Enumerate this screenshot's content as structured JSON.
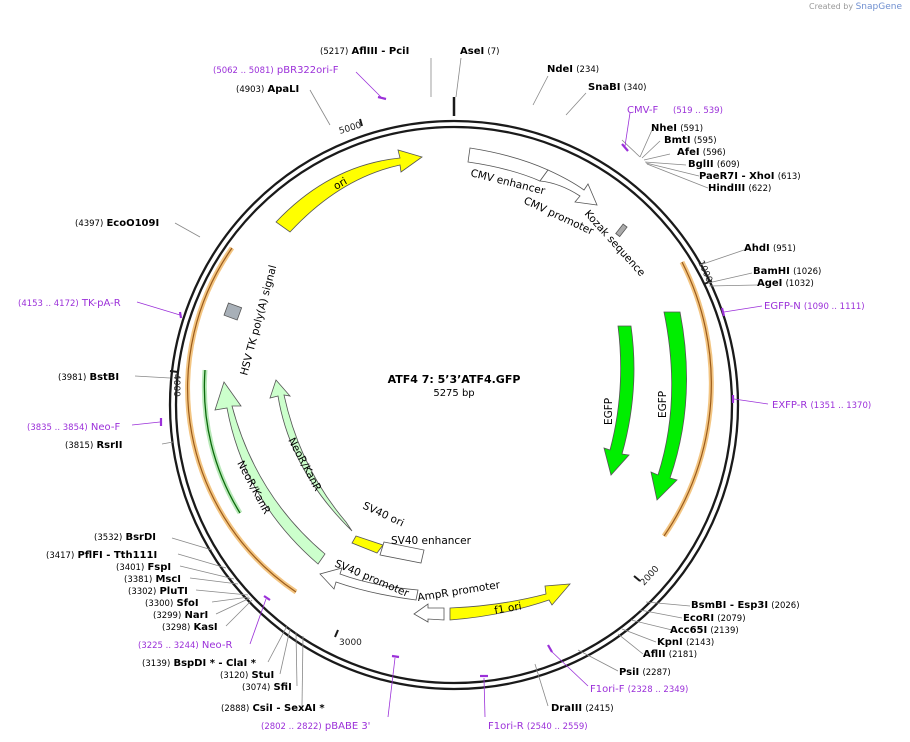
{
  "branding": {
    "created_by": "Created by",
    "app": "SnapGene"
  },
  "plasmid": {
    "name": "ATF4 7: 5’3’ATF4.GFP",
    "length": "5275 bp",
    "total_bp": 5275
  },
  "ticks": [
    {
      "label": "1000",
      "bp": 1000
    },
    {
      "label": "2000",
      "bp": 2000
    },
    {
      "label": "3000",
      "bp": 3000
    },
    {
      "label": "4000",
      "bp": 4000
    },
    {
      "label": "5000",
      "bp": 5000
    }
  ],
  "sites": [
    {
      "name": "AflIII",
      "suffix": " - PciI",
      "pos": "(5217)"
    },
    {
      "name": "AseI",
      "pos": "(7)"
    },
    {
      "name": "NdeI",
      "pos": "(234)"
    },
    {
      "name": "SnaBI",
      "pos": "(340)"
    },
    {
      "name": "NheI",
      "pos": "(591)"
    },
    {
      "name": "BmtI",
      "pos": "(595)"
    },
    {
      "name": "AfeI",
      "pos": "(596)"
    },
    {
      "name": "BglII",
      "pos": "(609)"
    },
    {
      "name": "PaeR7I",
      "suffix": " - XhoI",
      "pos": "(613)"
    },
    {
      "name": "HindIII",
      "pos": "(622)"
    },
    {
      "name": "AhdI",
      "pos": "(951)"
    },
    {
      "name": "BamHI",
      "pos": "(1026)"
    },
    {
      "name": "AgeI",
      "pos": "(1032)"
    },
    {
      "name": "BsmBI",
      "suffix": " - Esp3I",
      "pos": "(2026)"
    },
    {
      "name": "EcoRI",
      "pos": "(2079)"
    },
    {
      "name": "Acc65I",
      "pos": "(2139)"
    },
    {
      "name": "KpnI",
      "pos": "(2143)"
    },
    {
      "name": "AflII",
      "pos": "(2181)"
    },
    {
      "name": "PsiI",
      "pos": "(2287)"
    },
    {
      "name": "DraIII",
      "pos": "(2415)"
    },
    {
      "name": "CsiI",
      "suffix": " - SexAI *",
      "pos": "(2888)"
    },
    {
      "name": "SfiI",
      "pos": "(3074)"
    },
    {
      "name": "StuI",
      "pos": "(3120)"
    },
    {
      "name": "BspDI *",
      "suffix": " - ClaI *",
      "pos": "(3139)"
    },
    {
      "name": "KasI",
      "pos": "(3298)"
    },
    {
      "name": "NarI",
      "pos": "(3299)"
    },
    {
      "name": "SfoI",
      "pos": "(3300)"
    },
    {
      "name": "PluTI",
      "pos": "(3302)"
    },
    {
      "name": "MscI",
      "pos": "(3381)"
    },
    {
      "name": "FspI",
      "pos": "(3401)"
    },
    {
      "name": "PflFI",
      "suffix": " - Tth111I",
      "pos": "(3417)"
    },
    {
      "name": "BsrDI",
      "pos": "(3532)"
    },
    {
      "name": "RsrII",
      "pos": "(3815)"
    },
    {
      "name": "BstBI",
      "pos": "(3981)"
    },
    {
      "name": "EcoO109I",
      "pos": "(4397)"
    },
    {
      "name": "ApaLI",
      "pos": "(4903)"
    }
  ],
  "primers": [
    {
      "name": "pBR322ori-F",
      "range": "(5062 .. 5081)"
    },
    {
      "name": "CMV-F",
      "range": "(519 .. 539)"
    },
    {
      "name": "EGFP-N",
      "range": "(1090 .. 1111)"
    },
    {
      "name": "EXFP-R",
      "range": "(1351 .. 1370)"
    },
    {
      "name": "F1ori-F",
      "range": "(2328 .. 2349)"
    },
    {
      "name": "F1ori-R",
      "range": "(2540 .. 2559)"
    },
    {
      "name": "pBABE 3'",
      "range": "(2802 .. 2822)"
    },
    {
      "name": "Neo-R",
      "range": "(3225 .. 3244)"
    },
    {
      "name": "Neo-F",
      "range": "(3835 .. 3854)"
    },
    {
      "name": "TK-pA-R",
      "range": "(4153 .. 4172)"
    }
  ],
  "features": [
    {
      "name": "ori"
    },
    {
      "name": "CMV enhancer"
    },
    {
      "name": "CMV promoter"
    },
    {
      "name": "Kozak sequence"
    },
    {
      "name": "EGFP"
    },
    {
      "name": "EGFP"
    },
    {
      "name": "SV40 ori"
    },
    {
      "name": "SV40 enhancer"
    },
    {
      "name": "SV40 promoter"
    },
    {
      "name": "AmpR promoter"
    },
    {
      "name": "f1 ori"
    },
    {
      "name": "NeoR/KanR"
    },
    {
      "name": "NeoR/KanR"
    },
    {
      "name": "HSV TK poly(A) signal"
    }
  ],
  "colors": {
    "backbone": "#1a1a1a",
    "primer": "#9b30d9",
    "orf": "#f3c582",
    "ori": "#ffff00",
    "egfp": "#00ee00",
    "neo": "#ccffcc"
  }
}
